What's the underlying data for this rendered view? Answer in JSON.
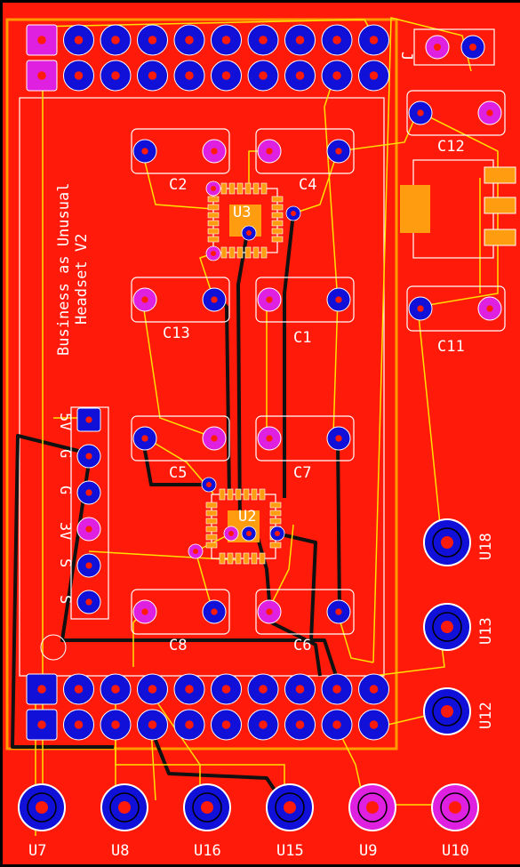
{
  "board": {
    "title_line1": "Business as Unusual",
    "title_line2": "Headset V2",
    "colors": {
      "background": "#000000",
      "copper": "#ff1a0a",
      "silkscreen": "#ffffff",
      "trace_top": "#ffe000",
      "trace_bottom": "#111111",
      "pad_blue": "#1010d8",
      "pad_magenta": "#e020e0",
      "smd_pad": "#ff9c10",
      "board_outline": "#ff9a00"
    }
  },
  "capacitors": [
    {
      "label": "C2"
    },
    {
      "label": "C4"
    },
    {
      "label": "C13"
    },
    {
      "label": "C1"
    },
    {
      "label": "C5"
    },
    {
      "label": "C7"
    },
    {
      "label": "C8"
    },
    {
      "label": "C6"
    },
    {
      "label": "C12"
    },
    {
      "label": "C11"
    }
  ],
  "ics": [
    {
      "label": "U3"
    },
    {
      "label": "U2"
    }
  ],
  "connector_pins": {
    "top_j": "J"
  },
  "pin_header_labels": [
    "5V",
    "G",
    "G",
    "3V",
    "S",
    "S"
  ],
  "jacks_bottom": [
    {
      "label": "U7"
    },
    {
      "label": "U8"
    },
    {
      "label": "U16"
    },
    {
      "label": "U15"
    },
    {
      "label": "U9"
    },
    {
      "label": "U10"
    }
  ],
  "jacks_right": [
    {
      "label": "U18"
    },
    {
      "label": "U13"
    },
    {
      "label": "U12"
    }
  ]
}
